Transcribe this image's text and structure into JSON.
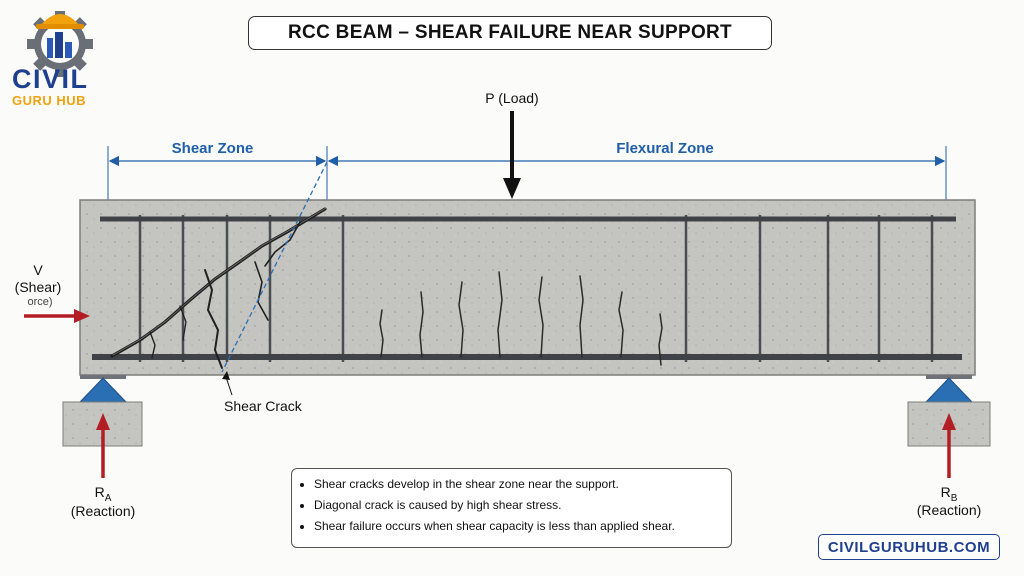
{
  "title": "RCC BEAM – SHEAR FAILURE NEAR SUPPORT",
  "logo": {
    "line1": "CIVIL",
    "line2": "GURU HUB"
  },
  "load_label": "P (Load)",
  "zones": {
    "shear": "Shear Zone",
    "flexural": "Flexural Zone"
  },
  "shear_force": {
    "line1": "V",
    "line2": "(Shear)",
    "line3": "orce)"
  },
  "crack_label": "Shear Crack",
  "reaction_a": {
    "symbol": "R",
    "sub": "A",
    "desc": "(Reaction)"
  },
  "reaction_b": {
    "symbol": "R",
    "sub": "B",
    "desc": "(Reaction)"
  },
  "notes": [
    "Shear cracks develop in the shear zone near the support.",
    "Diagonal crack is caused by high shear stress.",
    "Shear failure occurs when shear capacity is less than applied shear."
  ],
  "website": "CIVILGURUHUB.COM",
  "colors": {
    "arrow_red": "#b21e24",
    "zone_blue": "#1f5fa8",
    "support_blue": "#2a6fb3",
    "brand_blue": "#1f3f8f",
    "brand_orange": "#f2a20c"
  }
}
